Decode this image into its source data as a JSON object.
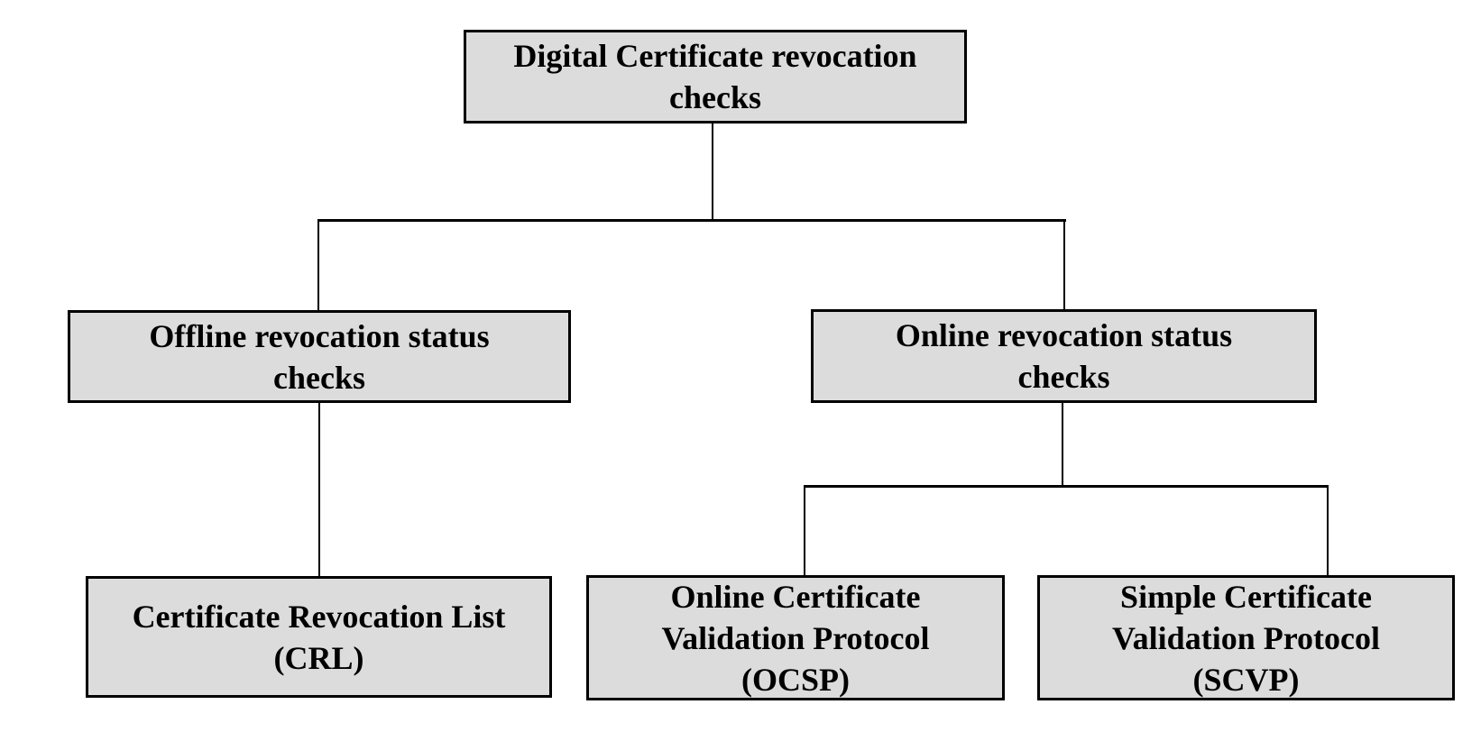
{
  "diagram": {
    "colors": {
      "background": "#ffffff",
      "node_fill": "#dcdcdc",
      "node_border": "#000000",
      "connector": "#000000",
      "text": "#000000"
    },
    "nodes": {
      "root": {
        "label": "Digital Certificate revocation checks",
        "lines": [
          "Digital Certificate revocation",
          "checks"
        ]
      },
      "offline": {
        "label": "Offline revocation status checks",
        "lines": [
          "Offline revocation status",
          "checks"
        ]
      },
      "online": {
        "label": "Online revocation status checks",
        "lines": [
          "Online revocation status",
          "checks"
        ]
      },
      "crl": {
        "label": "Certificate Revocation List (CRL)",
        "lines": [
          "Certificate Revocation List",
          "(CRL)"
        ]
      },
      "ocsp": {
        "label": "Online Certificate Validation Protocol (OCSP)",
        "lines": [
          "Online Certificate",
          "Validation Protocol",
          "(OCSP)"
        ]
      },
      "scvp": {
        "label": "Simple Certificate Validation Protocol (SCVP)",
        "lines": [
          "Simple Certificate",
          "Validation Protocol",
          "(SCVP)"
        ]
      }
    }
  }
}
